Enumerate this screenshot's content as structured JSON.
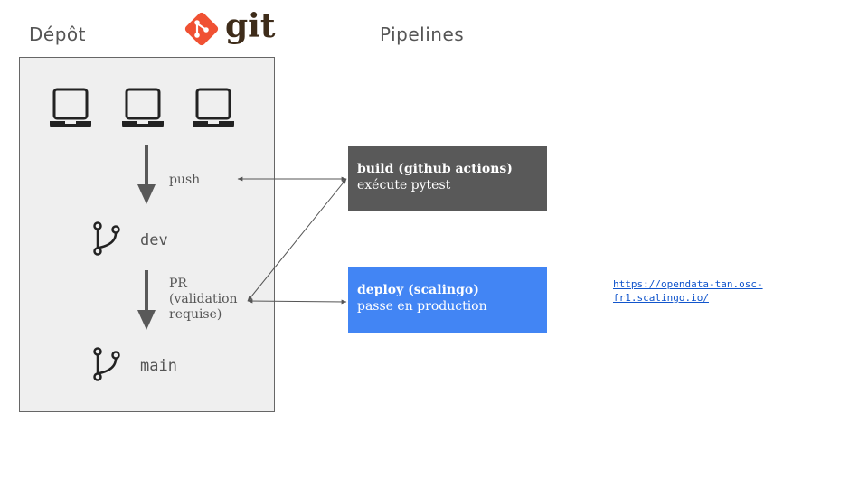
{
  "repo": {
    "title": "Dépôt",
    "git_logo_text": "git",
    "push_label": "push",
    "pr_label": "PR\n(validation requise)",
    "branches": {
      "dev": "dev",
      "main": "main"
    }
  },
  "pipelines": {
    "title": "Pipelines",
    "build": {
      "title": "build (github actions)",
      "description": "exécute pytest"
    },
    "deploy": {
      "title": "deploy (scalingo)",
      "description": "passe en production"
    },
    "deploy_url": "https://opendata-tan.osc-fr1.scalingo.io/"
  },
  "colors": {
    "build_box": "#595959",
    "deploy_box": "#4285f4",
    "git_logo": "#f05133",
    "repo_box_bg": "#efefef"
  },
  "icons": [
    "laptop-icon",
    "git-branch-icon",
    "git-logo-icon",
    "arrow-down-icon"
  ]
}
